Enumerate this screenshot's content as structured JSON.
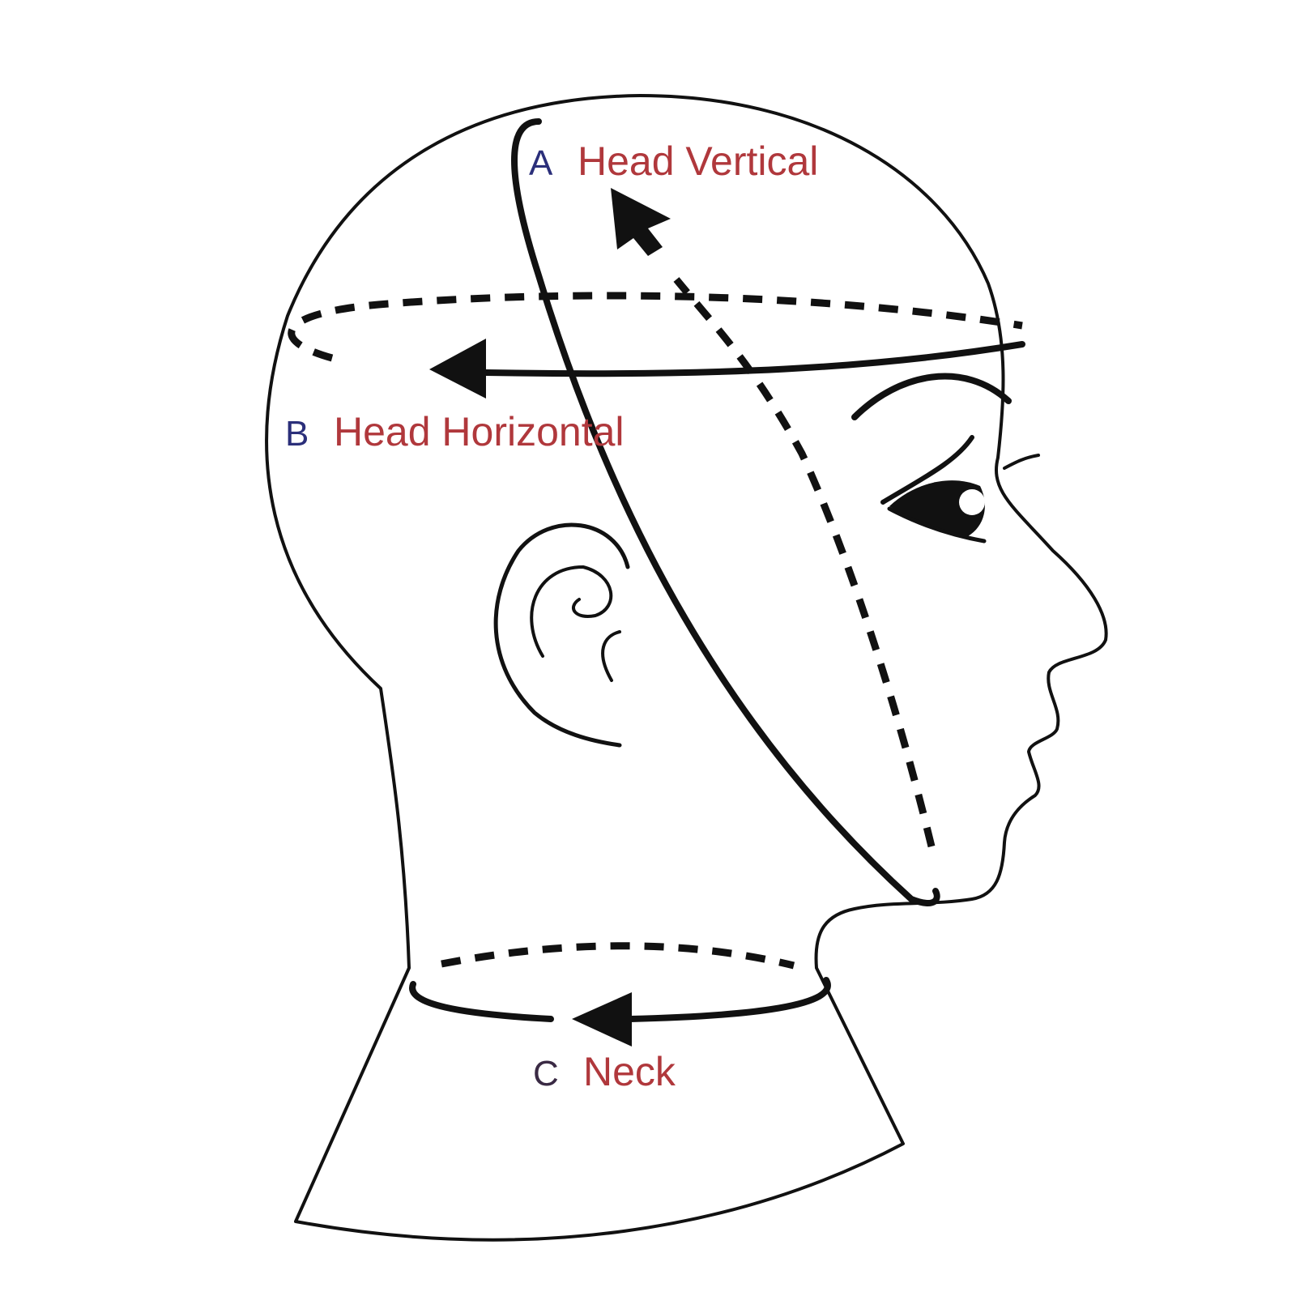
{
  "labels": [
    {
      "letter": "A",
      "name": "Head Vertical"
    },
    {
      "letter": "B",
      "name": "Head Horizontal"
    },
    {
      "letter": "C",
      "name": "Neck"
    }
  ],
  "colors": {
    "letter": "#2b2f7a",
    "name": "#b0383c",
    "line": "#111111",
    "background": "#ffffff"
  }
}
